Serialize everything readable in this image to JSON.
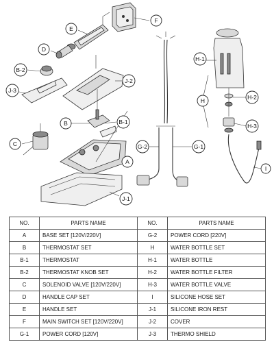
{
  "callouts": [
    "A",
    "B",
    "B-1",
    "B-2",
    "C",
    "D",
    "E",
    "F",
    "G-1",
    "G-2",
    "H",
    "H-1",
    "H-2",
    "H-3",
    "I",
    "J-1",
    "J-2",
    "J-3"
  ],
  "table": {
    "headers": {
      "no": "NO.",
      "name": "PARTS NAME"
    },
    "rows": [
      {
        "left": {
          "no": "A",
          "name": "BASE SET [120V/220V]"
        },
        "right": {
          "no": "G-2",
          "name": "POWER CORD [220V]"
        }
      },
      {
        "left": {
          "no": "B",
          "name": "THERMOSTAT SET"
        },
        "right": {
          "no": "H",
          "name": "WATER BOTTLE SET"
        }
      },
      {
        "left": {
          "no": "B-1",
          "name": "THERMOSTAT"
        },
        "right": {
          "no": "H-1",
          "name": "WATER BOTTLE"
        }
      },
      {
        "left": {
          "no": "B-2",
          "name": "THERMOSTAT KNOB SET"
        },
        "right": {
          "no": "H-2",
          "name": "WATER BOTTLE FILTER"
        }
      },
      {
        "left": {
          "no": "C",
          "name": "SOLENOID VALVE [120V/220V]"
        },
        "right": {
          "no": "H-3",
          "name": "WATER BOTTLE VALVE"
        }
      },
      {
        "left": {
          "no": "D",
          "name": "HANDLE CAP SET"
        },
        "right": {
          "no": "I",
          "name": "SILICONE HOSE SET"
        }
      },
      {
        "left": {
          "no": "E",
          "name": "HANDLE SET"
        },
        "right": {
          "no": "J-1",
          "name": "SILICONE IRON REST"
        }
      },
      {
        "left": {
          "no": "F",
          "name": "MAIN SWITCH SET [120V/220V]"
        },
        "right": {
          "no": "J-2",
          "name": "COVER"
        }
      },
      {
        "left": {
          "no": "G-1",
          "name": "POWER CORD [120V]"
        },
        "right": {
          "no": "J-3",
          "name": "THERMO SHIELD"
        }
      }
    ]
  }
}
